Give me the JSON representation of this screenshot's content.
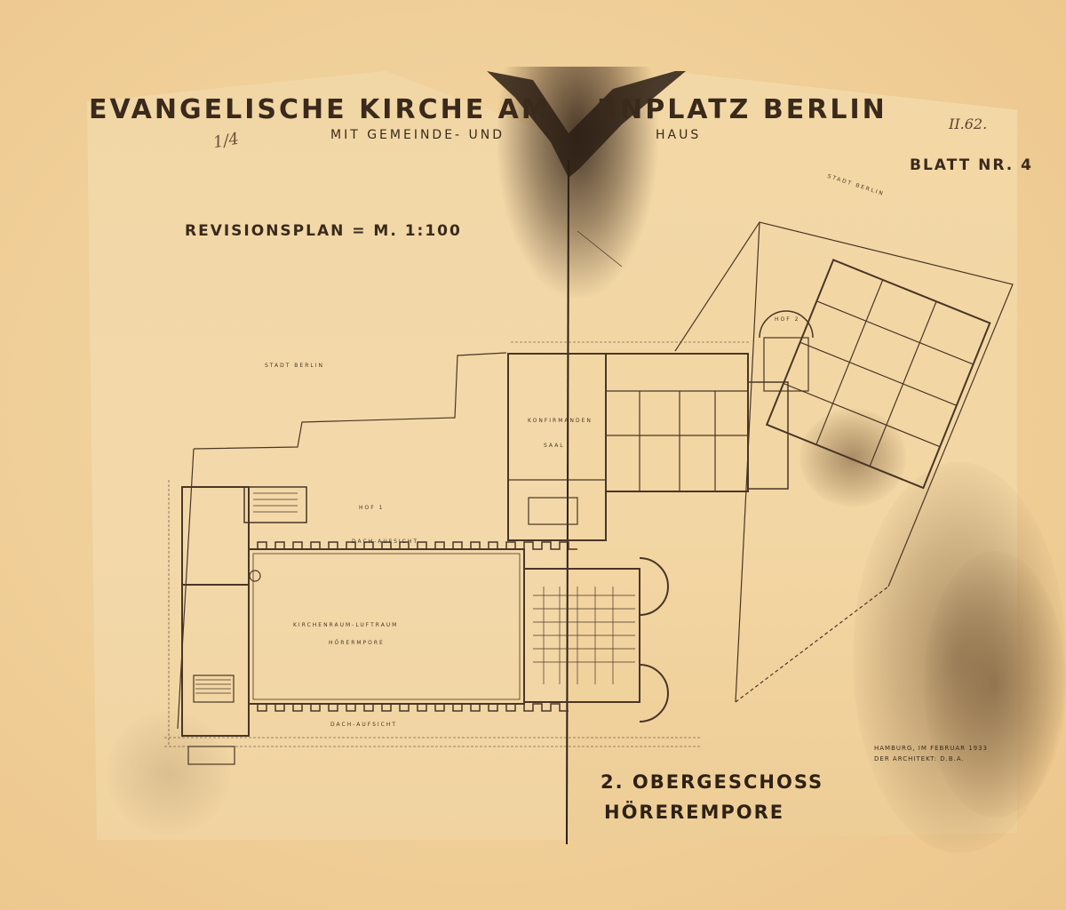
{
  "sheet": {
    "title_left": "EVANGELISCHE KIRCHE AM",
    "title_right": "RNPLATZ BERLIN",
    "subtitle_left": "MIT GEMEINDE- UND",
    "subtitle_right": "HAUS",
    "corner_mark": "II.62.",
    "sheet_number": "BLATT NR. 4",
    "scale_label": "REVISIONSPLAN = M. 1:100",
    "margin_mark": "1/4"
  },
  "plan_labels": {
    "stadt_berlin": "STADT BERLIN",
    "hof_1": "HOF 1",
    "hof_2": "HOF 2",
    "konfirmanden": "KONFIRMANDEN",
    "saal": "SAAL",
    "dach_aufsicht_top": "DACH-AUFSICHT",
    "dach_aufsicht_bottom": "DACH-AUFSICHT",
    "kirchenraum": "KIRCHENRAUM-LUFTRAUM",
    "hoerer_empore": "HÖRERMPORE",
    "stadt_berlin_right": "STADT BERLIN"
  },
  "floor": {
    "title": "2. OBERGESCHOSS",
    "subtitle": "HÖREREMPORE"
  },
  "signature": {
    "line1": "HAMBURG, IM FEBRUAR 1933",
    "line2": "DER ARCHITEKT: D.B.A."
  },
  "colors": {
    "paper": "#f3d8a7",
    "ink": "#3a2a1c"
  }
}
